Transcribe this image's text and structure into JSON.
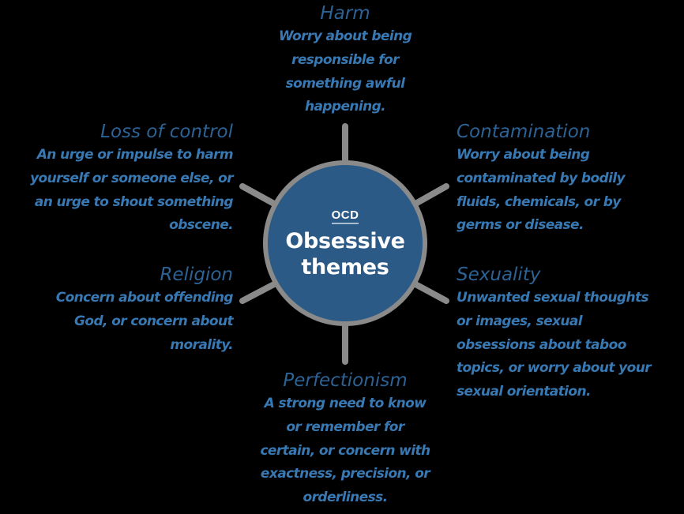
{
  "colors": {
    "background": "#000000",
    "hub_fill": "#2a5a85",
    "hub_border": "#8a8a8a",
    "spoke": "#8a8a8a",
    "title_text": "#2d6294",
    "body_text": "#3879b3",
    "hub_text": "#ffffff"
  },
  "hub": {
    "label": "OCD",
    "title_line1": "Obsessive",
    "title_line2": "themes"
  },
  "themes": {
    "harm": {
      "title": "Harm",
      "lines": [
        "Worry about being",
        "responsible for",
        "something awful",
        "happening."
      ]
    },
    "loss_of_control": {
      "title": "Loss of control",
      "lines": [
        "An urge or impulse to harm",
        "yourself or someone else, or",
        "an urge to shout something",
        "obscene."
      ]
    },
    "contamination": {
      "title": "Contamination",
      "lines": [
        "Worry about being",
        "contaminated by bodily",
        "fluids, chemicals, or by",
        "germs or disease."
      ]
    },
    "religion": {
      "title": "Religion",
      "lines": [
        "Concern about offending",
        "God, or concern about",
        "morality."
      ]
    },
    "sexuality": {
      "title": "Sexuality",
      "lines": [
        "Unwanted sexual thoughts",
        "or images, sexual",
        "obsessions about taboo",
        "topics, or worry about your",
        "sexual orientation."
      ]
    },
    "perfectionism": {
      "title": "Perfectionism",
      "lines": [
        "A strong need to know",
        "or remember for",
        "certain, or concern with",
        "exactness, precision, or",
        "orderliness."
      ]
    }
  }
}
